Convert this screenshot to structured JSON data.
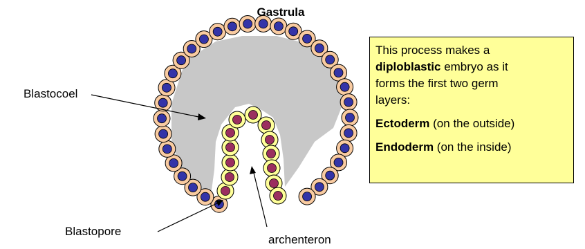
{
  "title": "Gastrula",
  "labels": {
    "blastocoel": "Blastocoel",
    "blastopore": "Blastopore",
    "archenteron": "archenteron"
  },
  "note": {
    "line1": "This process makes a",
    "line2_bold": "diploblastic",
    "line2_rest": " embryo as it",
    "line3": "forms the first two germ",
    "line4": "layers:",
    "ectoderm_bold": "Ectoderm",
    "ectoderm_rest": " (on the outside)",
    "endoderm_bold": "Endoderm",
    "endoderm_rest": " (on the inside)"
  },
  "colors": {
    "ectoderm_cell": "#f9cba1",
    "ectoderm_nucleus": "#3434a8",
    "endoderm_cell": "#ffff99",
    "endoderm_nucleus": "#9b2f5f",
    "blastocoel": "#c8c8c8",
    "note_background": "#ffff99"
  }
}
